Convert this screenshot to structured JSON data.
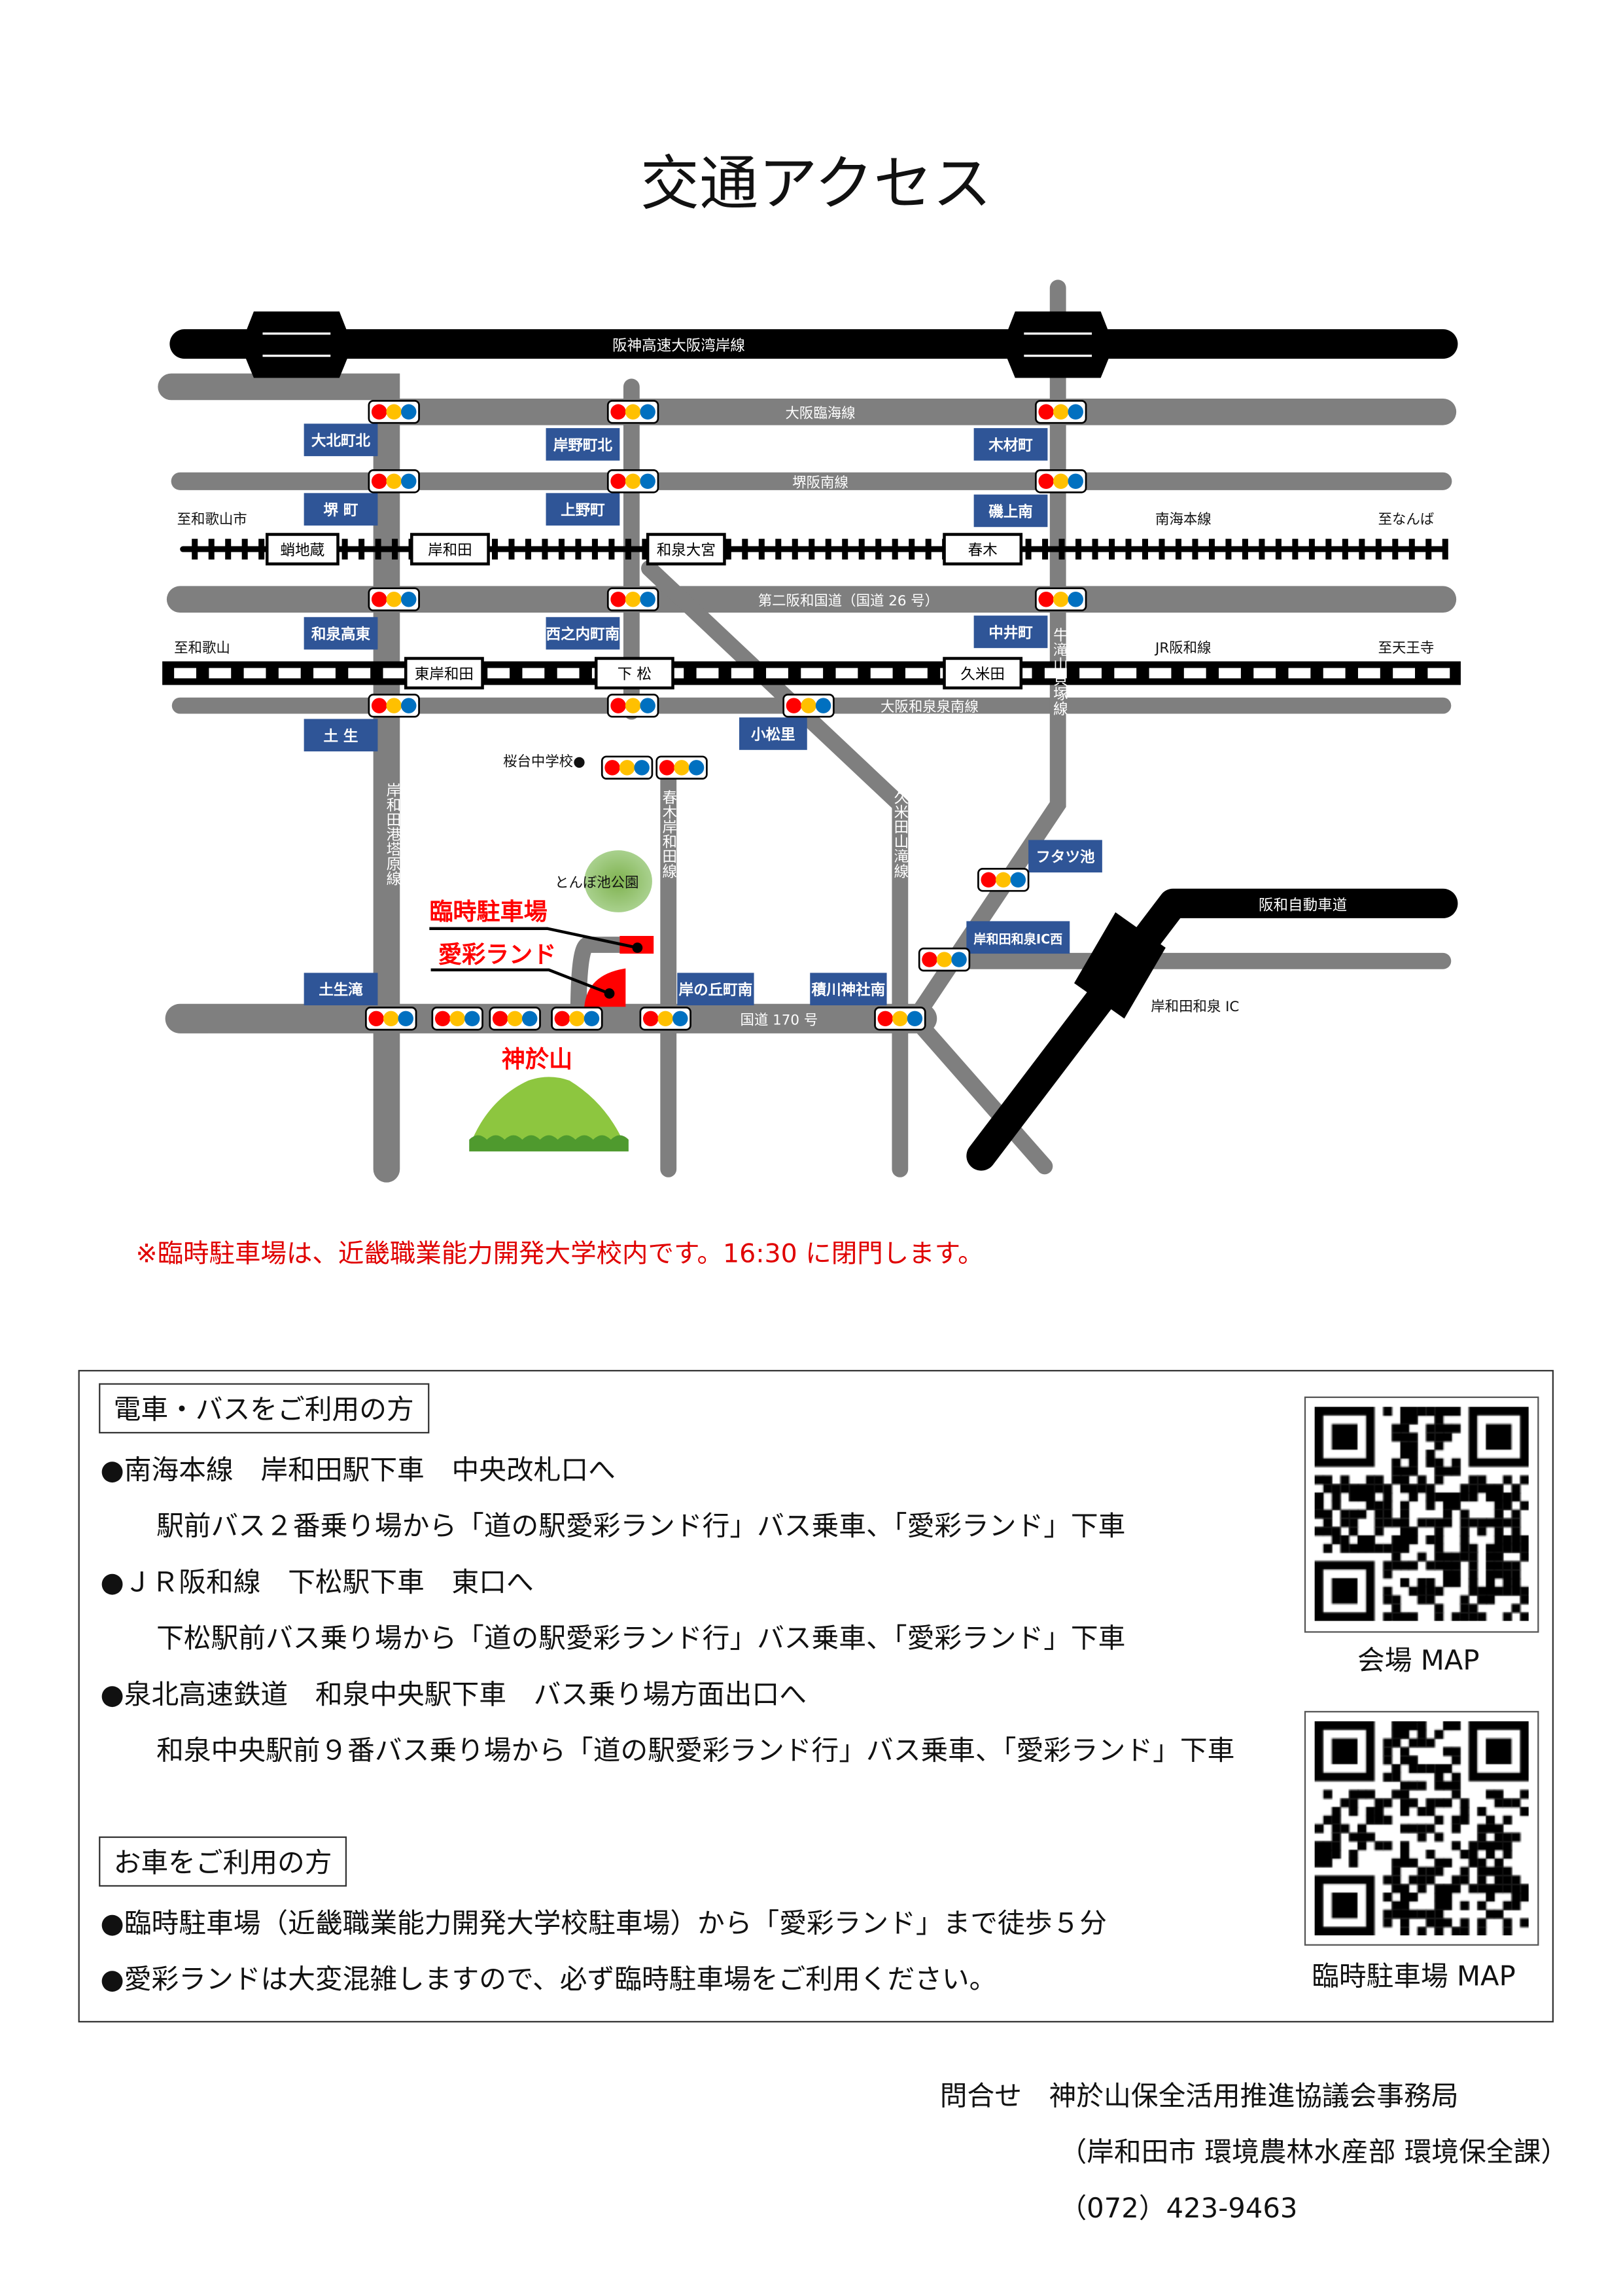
{
  "title": "交通アクセス",
  "map": {
    "expressway": "阪神高速大阪湾岸線",
    "roads": {
      "rinkai": "大阪臨海線",
      "hannan": "堺阪南線",
      "daini": "第二阪和国道（国道 26 号）",
      "izumi_sennan": "大阪和泉泉南線",
      "r170": "国道 170 号",
      "hanwa_exp": "阪和自動車道",
      "kishiwada_koto": "岸和田港塔原線",
      "haruki_kishiwada": "春木岸和田線",
      "kumeda_yamataki": "久米田山滝線",
      "ushitaki_kaizuka": "牛滝山貝塚線"
    },
    "rail": {
      "nankai": "南海本線",
      "nankai_west": "至和歌山市",
      "nankai_east": "至なんば",
      "jr": "JR阪和線",
      "jr_west": "至和歌山",
      "jr_east": "至天王寺"
    },
    "stations": [
      "蛸地蔵",
      "岸和田",
      "和泉大宮",
      "春木",
      "東岸和田",
      "下 松",
      "久米田"
    ],
    "intersections": [
      "大北町北",
      "岸野町北",
      "木材町",
      "堺 町",
      "上野町",
      "磯上南",
      "和泉高東",
      "西之内町南",
      "中井町",
      "土 生",
      "小松里",
      "フタツ池",
      "岸和田和泉IC西",
      "土生滝",
      "岸の丘町南",
      "積川神社南"
    ],
    "landmarks": {
      "school": "桜台中学校●",
      "park": "とんぼ池公園",
      "parking": "臨時駐車場",
      "venue": "愛彩ランド",
      "mountain": "神於山",
      "ic": "岸和田和泉 IC"
    }
  },
  "note": "※臨時駐車場は、近畿職業能力開発大学校内です。16:30 に閉門します。",
  "train_bus": {
    "heading": "電車・バスをご利用の方",
    "lines": [
      "●南海本線　岸和田駅下車　中央改札口へ",
      "駅前バス２番乗り場から「道の駅愛彩ランド行」バス乗車、「愛彩ランド」下車",
      "●ＪＲ阪和線　下松駅下車　東口へ",
      "下松駅前バス乗り場から「道の駅愛彩ランド行」バス乗車、「愛彩ランド」下車",
      "●泉北高速鉄道　和泉中央駅下車　バス乗り場方面出口へ",
      "和泉中央駅前９番バス乗り場から「道の駅愛彩ランド行」バス乗車、「愛彩ランド」下車"
    ]
  },
  "car": {
    "heading": "お車をご利用の方",
    "lines": [
      "●臨時駐車場（近畿職業能力開発大学校駐車場）から「愛彩ランド」まで徒歩５分",
      "●愛彩ランドは大変混雑しますので、必ず臨時駐車場をご利用ください。"
    ]
  },
  "qr": [
    {
      "label": "会場 MAP"
    },
    {
      "label": "臨時駐車場 MAP"
    }
  ],
  "contact": {
    "line1": "問合せ　神於山保全活用推進協議会事務局",
    "line2": "（岸和田市 環境農林水産部 環境保全課）",
    "line3": "（072）423-9463"
  },
  "colors": {
    "road": "#7f7f7f",
    "label_bg": "#2f5597",
    "accent_red": "#ff0000",
    "signal_red": "#ff0000",
    "signal_yellow": "#ffc000",
    "signal_blue": "#0070c0"
  }
}
